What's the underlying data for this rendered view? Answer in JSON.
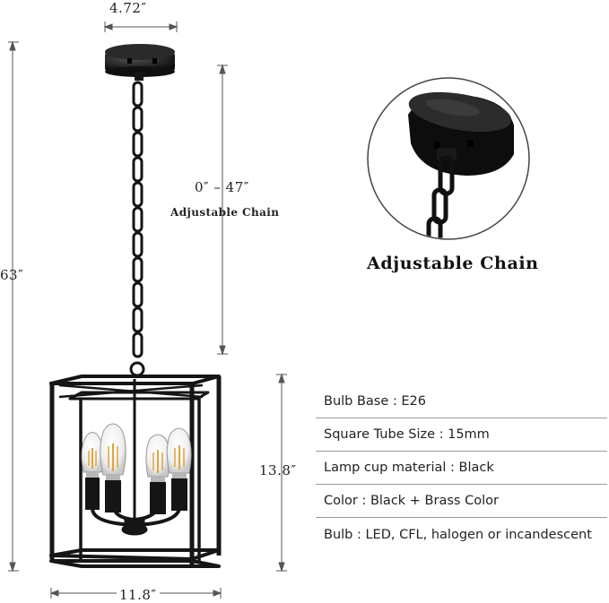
{
  "dimensions": {
    "canopy_width": "4.72″",
    "total_height": "63″",
    "chain_length": "0″ – 47″",
    "chain_label": "Adjustable Chain",
    "cage_height": "13.8″",
    "cage_width": "11.8″"
  },
  "callout": {
    "title": "Adjustable Chain"
  },
  "specs": [
    "Bulb Base : E26",
    "Square Tube Size : 15mm",
    "Lamp cup material :  Black",
    "Color : Black + Brass Color",
    "Bulb : LED, CFL, halogen or incandescent"
  ],
  "colors": {
    "metal": "#151515",
    "bulb_filament": "#e3a33a",
    "dimension_lines": "#555555"
  }
}
